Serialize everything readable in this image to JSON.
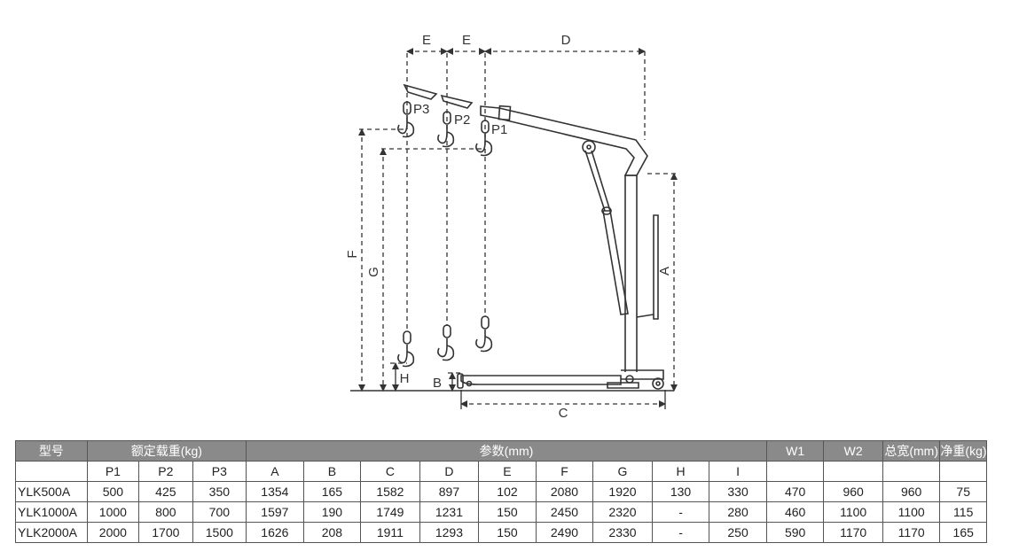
{
  "diagram": {
    "dimension_labels": {
      "A": "A",
      "B": "B",
      "C": "C",
      "D": "D",
      "E1": "E",
      "E2": "E",
      "F": "F",
      "G": "G",
      "H": "H"
    },
    "positions": {
      "p1": "P1",
      "p2": "P2",
      "p3": "P3"
    }
  },
  "table": {
    "header_groups": [
      "型号",
      "额定载重(kg)",
      "参数(mm)",
      "W1",
      "W2",
      "总宽(mm)",
      "净重(kg)"
    ],
    "sub_headers": [
      "P1",
      "P2",
      "P3",
      "A",
      "B",
      "C",
      "D",
      "E",
      "F",
      "G",
      "H",
      "I"
    ],
    "rows": [
      {
        "model": "YLK500A",
        "cells": [
          "500",
          "425",
          "350",
          "1354",
          "165",
          "1582",
          "897",
          "102",
          "2080",
          "1920",
          "130",
          "330",
          "470",
          "960",
          "960",
          "75"
        ]
      },
      {
        "model": "YLK1000A",
        "cells": [
          "1000",
          "800",
          "700",
          "1597",
          "190",
          "1749",
          "1231",
          "150",
          "2450",
          "2320",
          "-",
          "280",
          "460",
          "1100",
          "1100",
          "115"
        ]
      },
      {
        "model": "YLK2000A",
        "cells": [
          "2000",
          "1700",
          "1500",
          "1626",
          "208",
          "1911",
          "1293",
          "150",
          "2490",
          "2330",
          "-",
          "250",
          "590",
          "1170",
          "1170",
          "165"
        ]
      }
    ]
  },
  "colors": {
    "line": "#3a3a3a",
    "header_bg": "#8a8a8a",
    "header_text": "#ffffff"
  }
}
